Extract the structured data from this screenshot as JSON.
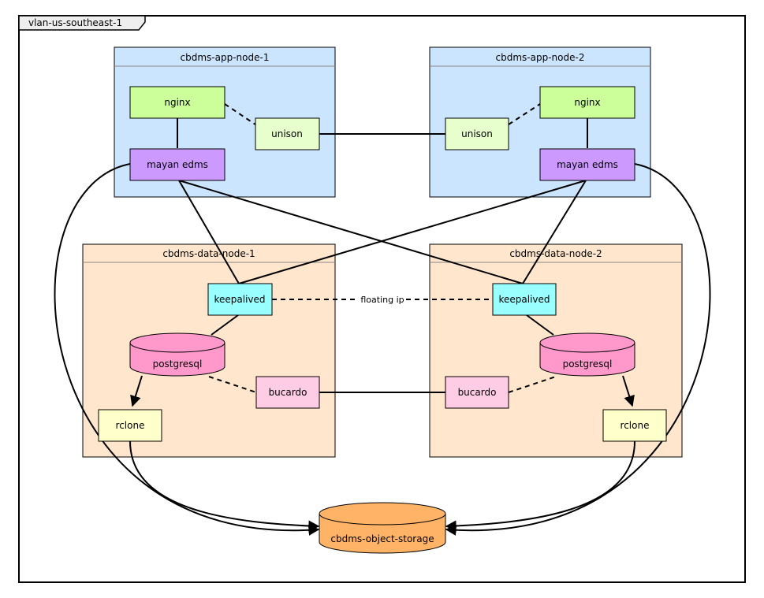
{
  "frame": {
    "label": "vlan-us-southeast-1"
  },
  "app_nodes": [
    {
      "title": "cbdms-app-node-1",
      "nginx": "nginx",
      "unison": "unison",
      "app": "mayan edms"
    },
    {
      "title": "cbdms-app-node-2",
      "nginx": "nginx",
      "unison": "unison",
      "app": "mayan edms"
    }
  ],
  "data_nodes": [
    {
      "title": "cbdms-data-node-1",
      "keepalived": "keepalived",
      "db": "postgresql",
      "bucardo": "bucardo",
      "rclone": "rclone"
    },
    {
      "title": "cbdms-data-node-2",
      "keepalived": "keepalived",
      "db": "postgresql",
      "bucardo": "bucardo",
      "rclone": "rclone"
    }
  ],
  "links": {
    "floating_ip": "floating ip"
  },
  "storage": {
    "label": "cbdms-object-storage"
  },
  "colors": {
    "app_node_bg": "#cce5ff",
    "data_node_bg": "#ffe6cc",
    "nginx": "#ccff99",
    "unison": "#e6ffcc",
    "mayan": "#cc99ff",
    "keepalived": "#99ffff",
    "postgresql": "#ff99cc",
    "bucardo": "#ffcce6",
    "rclone": "#ffffcc",
    "storage": "#ffb366"
  }
}
